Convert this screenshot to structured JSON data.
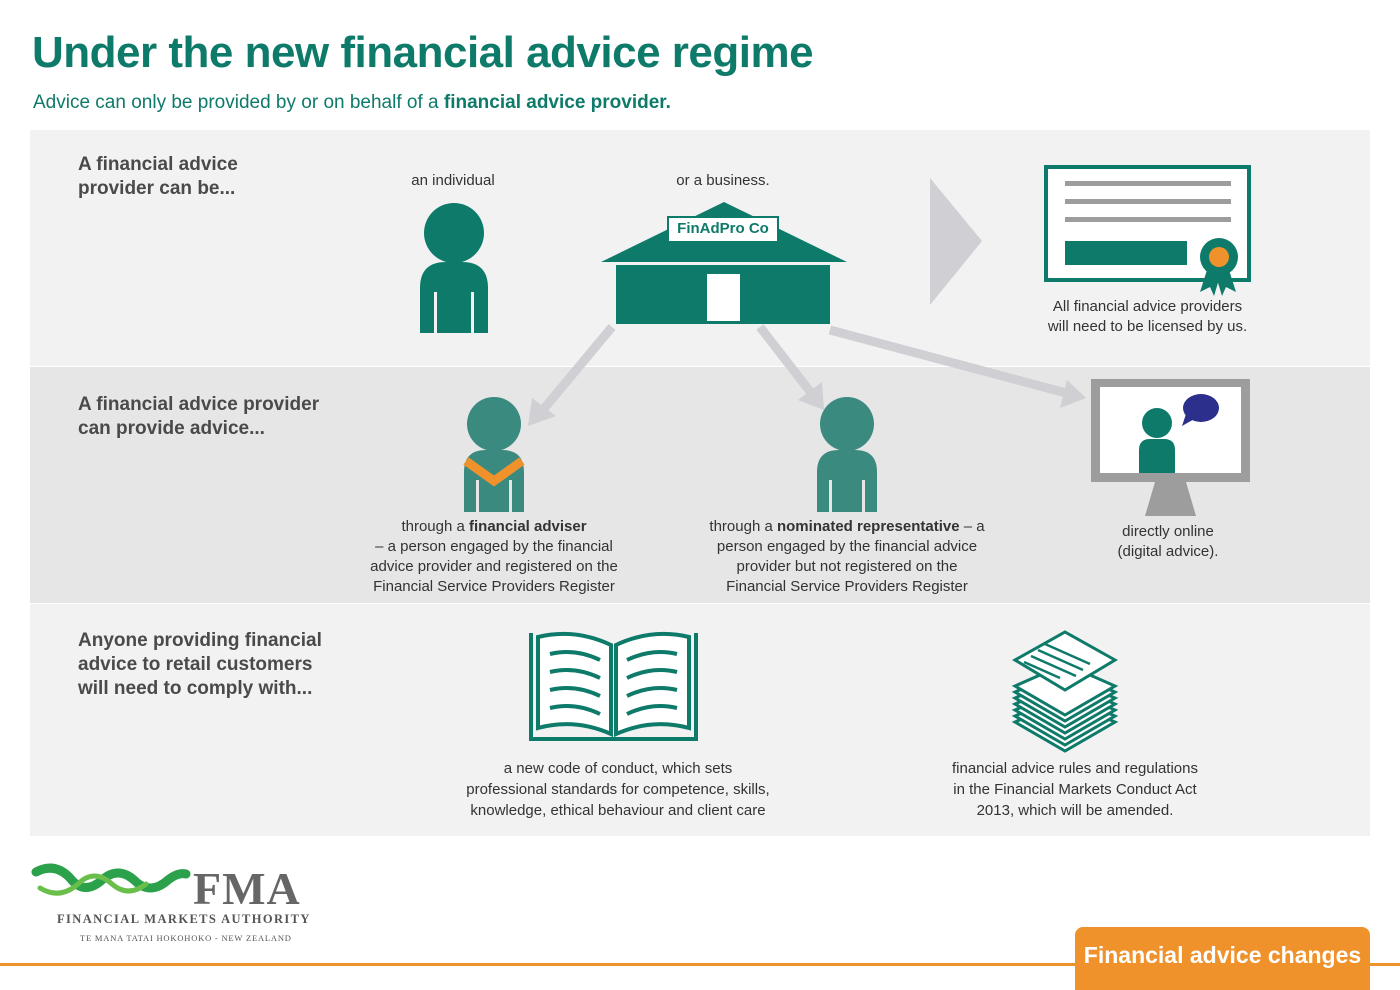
{
  "header": {
    "title": "Under the new financial advice regime",
    "subtitle_prefix": "Advice can only be provided by or on behalf of a",
    "subtitle_bold": "financial advice provider."
  },
  "rows": {
    "row1_label": [
      "A financial advice",
      "provider can be..."
    ],
    "row2_label": [
      "A financial advice provider",
      "can provide advice..."
    ],
    "row3_label": [
      "Anyone providing financial",
      "advice to retail customers",
      "will need to comply with..."
    ]
  },
  "row1": {
    "individual_caption": "an individual",
    "business_caption": "or a business.",
    "business_sign": "FinAdPro Co",
    "licence_caption": [
      "All financial advice providers",
      "will need to be licensed by us."
    ]
  },
  "row2": {
    "adviser_prefix": "through a",
    "adviser_bold": "financial adviser",
    "adviser_rest": [
      "– a person engaged by the financial",
      "advice provider and registered on the",
      "Financial Service Providers Register"
    ],
    "nominated_prefix": "through a",
    "nominated_bold": "nominated representative",
    "nominated_suffix": "– a",
    "nominated_rest": [
      "person engaged by the financial advice",
      "provider but not registered on the",
      "Financial Service Providers Register"
    ],
    "online_caption": [
      "directly online",
      "(digital advice)."
    ]
  },
  "row3": {
    "code_caption": [
      "a new code of conduct, which sets",
      "professional standards for competence, skills,",
      "knowledge, ethical behaviour and client care"
    ],
    "rules_caption": [
      "financial advice rules and regulations",
      "in the Financial Markets Conduct Act",
      "2013, which will be amended."
    ]
  },
  "footer": {
    "logo_acronym": "FMA",
    "logo_name": "FINANCIAL MARKETS AUTHORITY",
    "logo_subname": "TE MANA TATAI HOKOHOKO - NEW ZEALAND",
    "tab_label": "Financial advice changes"
  },
  "colors": {
    "teal": "#0e7a6a",
    "person_teal": "#3b8a80",
    "orange": "#f0922b",
    "arrow_gray": "#cfcfd4",
    "monitor_gray": "#9d9d9d",
    "speech_blue": "#2d2f8c"
  },
  "icons": [
    "person-icon",
    "house-icon",
    "certificate-icon",
    "adviser-icon",
    "representative-icon",
    "monitor-icon",
    "book-icon",
    "document-stack-icon",
    "fma-logo-waves"
  ]
}
